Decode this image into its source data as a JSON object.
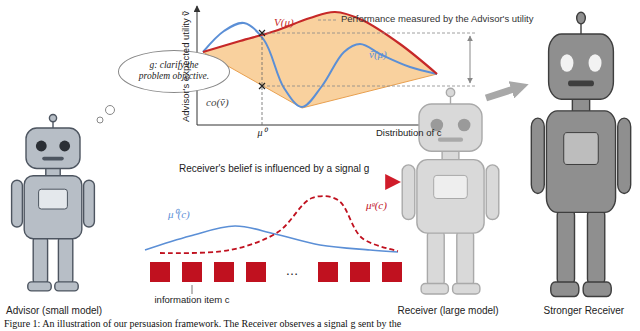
{
  "diagram": {
    "caption": "Figure 1: An illustration of our persuasion framework. The Receiver observes a signal g sent by the",
    "nodes": [
      {
        "text": [
          "g: clarify the problem objective."
        ]
      }
    ],
    "labels": [
      "Advisor's expected utility ṽ",
      "V(μ)",
      "Performance measured by the Advisor's utility",
      "ṽ(μ)",
      "co(ṽ)",
      "μ⁰",
      "Distribution of c",
      "Receiver's belief is influenced by a signal g",
      "μ⁰(c)",
      "μᵍ(c)",
      "…",
      "information item c",
      "Advisor (small model)",
      "Receiver (large model)",
      "Stronger Receiver"
    ]
  }
}
